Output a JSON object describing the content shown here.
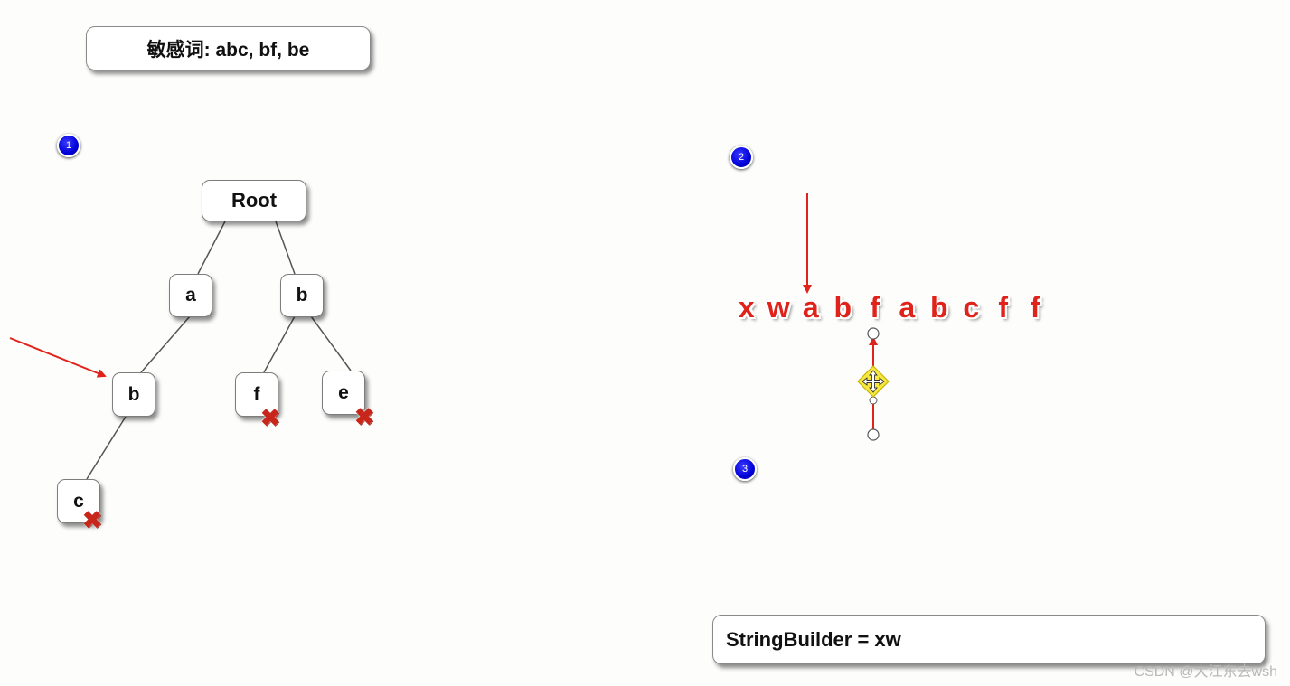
{
  "sensitive_words": {
    "label": "敏感词: abc, bf, be"
  },
  "trie": {
    "root_label": "Root",
    "level1": [
      "a",
      "b"
    ],
    "level2_left": "b",
    "level2_right": [
      "f",
      "e"
    ],
    "level3": "c",
    "end_marks": [
      "f",
      "e",
      "c"
    ]
  },
  "step_badges": [
    "1",
    "2",
    "3"
  ],
  "input_string": {
    "letters": [
      "x",
      "w",
      "a",
      "b",
      "f",
      "a",
      "b",
      "c",
      "f",
      "f"
    ],
    "pointer_index": 2,
    "cursor_index": 4
  },
  "string_builder": {
    "label": "StringBuilder = xw"
  },
  "watermark": "CSDN @大江东去wsh",
  "colors": {
    "arrow": "#e0231a",
    "badge": "#0000d8",
    "xmark": "#c8261a",
    "letters": "#e0231a"
  },
  "icons": {
    "end_marker": "red-x-icon",
    "move": "move-cursor-icon"
  }
}
